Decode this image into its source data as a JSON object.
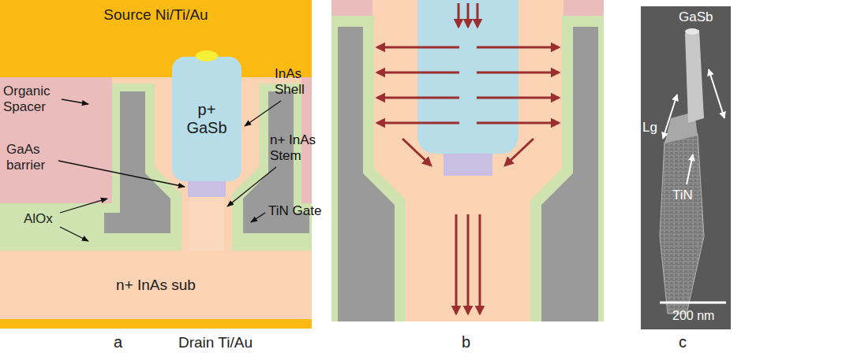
{
  "diagram": {
    "nodes": [
      {
        "text": [
          "Source Ni/Ti/Au"
        ]
      },
      {
        "text": [
          "p+ GaSb"
        ]
      },
      {
        "text": [
          "n+ InAs sub"
        ]
      }
    ],
    "labels": [
      "Organic Spacer",
      "GaAs barrier",
      "AlOx",
      "InAs Shell",
      "n+ InAs Stem",
      "TiN Gate",
      "a",
      "Drain Ti/Au",
      "b",
      "GaSb",
      "Lg",
      "TiN",
      "200 nm",
      "c"
    ]
  }
}
